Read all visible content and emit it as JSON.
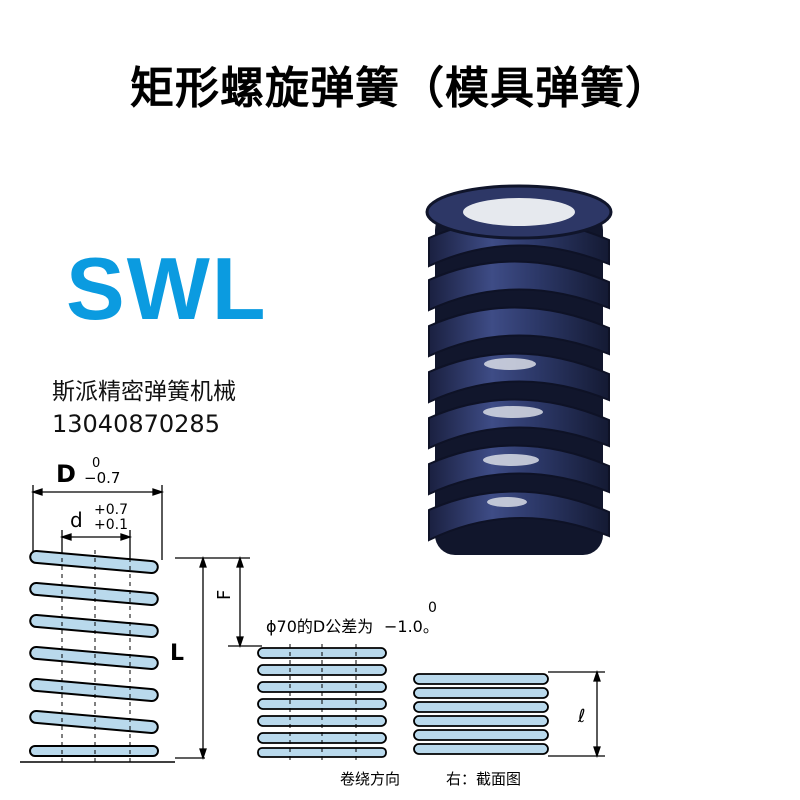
{
  "title": "矩形螺旋弹簧（模具弹簧）",
  "model": "SWL",
  "company": "斯派精密弹簧机械",
  "phone": "13040870285",
  "colors": {
    "model_blue": "#0b9be0",
    "coil_fill": "#b9d9ec",
    "spring_photo": "#27325f"
  },
  "drawing": {
    "outer_diameter_label": "D",
    "outer_tol_upper": "0",
    "outer_tol_lower": "−0.7",
    "inner_diameter_label": "d",
    "inner_tol_upper": "+0.7",
    "inner_tol_lower": "+0.1",
    "free_length_label": "L",
    "deflection_label": "F",
    "compressed_length_label": "ℓ",
    "note_prefix": "ϕ70的D公差为",
    "note_value": "−1.0。",
    "note_upper": "0",
    "caption_left": "卷绕方向",
    "caption_right": "右：截面图"
  }
}
